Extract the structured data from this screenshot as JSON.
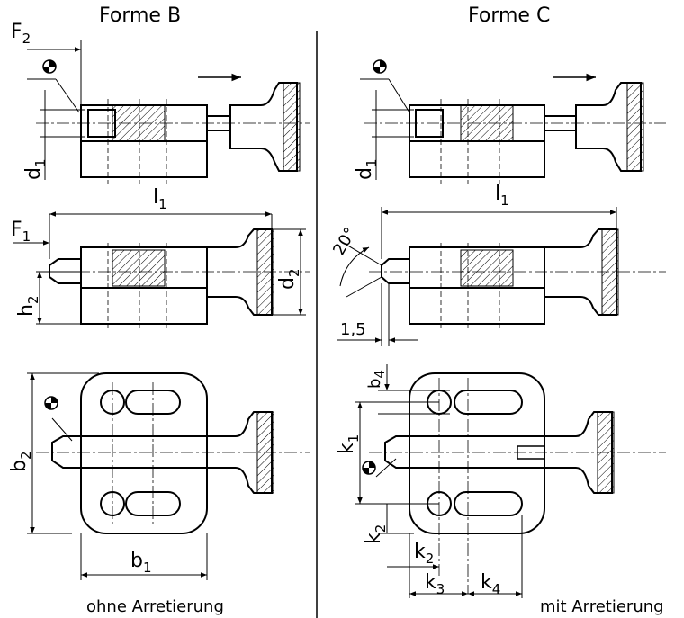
{
  "headings": {
    "left": "Forme B",
    "right": "Forme C"
  },
  "captions": {
    "left": "ohne Arretierung",
    "right": "mit Arretierung"
  },
  "dims": {
    "F2": {
      "main": "F",
      "sub": "2"
    },
    "F1": {
      "main": "F",
      "sub": "1"
    },
    "d1_left": {
      "main": "d",
      "sub": "1"
    },
    "d1_right": {
      "main": "d",
      "sub": "1"
    },
    "l1_left": {
      "main": "l",
      "sub": "1"
    },
    "l1_right": {
      "main": "l",
      "sub": "1"
    },
    "d2": {
      "main": "d",
      "sub": "2"
    },
    "h2": {
      "main": "h",
      "sub": "2"
    },
    "b2": {
      "main": "b",
      "sub": "2"
    },
    "b1": {
      "main": "b",
      "sub": "1"
    },
    "b4": {
      "main": "b",
      "sub": "4"
    },
    "k1": {
      "main": "k",
      "sub": "1"
    },
    "k2_vert": {
      "main": "k",
      "sub": "2"
    },
    "k2_horiz": {
      "main": "k",
      "sub": "2"
    },
    "k3": {
      "main": "k",
      "sub": "3"
    },
    "k4": {
      "main": "k",
      "sub": "4"
    },
    "angle": "20°",
    "chamfer": "1,5"
  }
}
